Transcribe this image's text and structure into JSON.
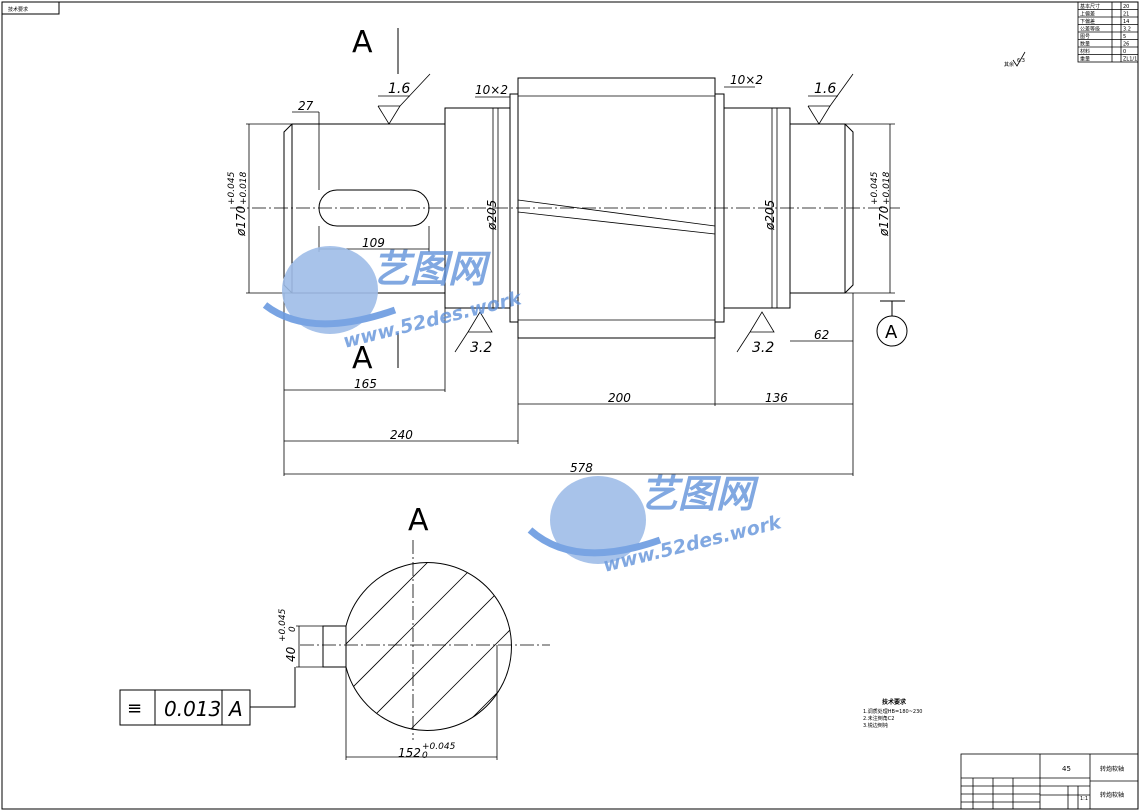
{
  "corner_tag": "技术要求",
  "section_label_top": "A",
  "section_label_bottom": "A",
  "section_view_label": "A",
  "datum_label": "A",
  "surface_finish": {
    "left_top": "1.6",
    "right_top": "1.6",
    "left_bottom": "3.2",
    "right_bottom": "3.2",
    "other_note": "其余",
    "other_value": "6.3"
  },
  "dimensions": {
    "groove_left": "10×2",
    "groove_right": "10×2",
    "keyway_offset": "27",
    "keyway_length": "109",
    "dia_left": "ø170",
    "dia_left_tol_upper": "+0.045",
    "dia_left_tol_lower": "+0.018",
    "dia_mid_left": "ø205",
    "dia_mid_right": "ø205",
    "dia_right": "ø170",
    "dia_right_tol_upper": "+0.045",
    "dia_right_tol_lower": "+0.018",
    "len_165": "165",
    "len_200": "200",
    "len_136": "136",
    "len_62": "62",
    "len_240": "240",
    "len_578": "578",
    "key_width": "40",
    "key_tol_upper": "+0.045",
    "key_tol_lower": "0",
    "section_depth": "152",
    "section_tol_upper": "+0.045",
    "section_tol_lower": "0"
  },
  "tolerance_frame": {
    "symbol": "≡",
    "value": "0.013",
    "datum": "A"
  },
  "technical_notes": {
    "heading": "技术要求",
    "lines": [
      "1.调质处理HB=180~230",
      "2.未注倒角C2",
      "3.锐边倒钝"
    ]
  },
  "title_block": {
    "material": "45",
    "part_name": "转炮软轴",
    "drawing_no": "转炮软轴",
    "scale": "1:1"
  },
  "revision_table": {
    "rows": [
      "基本尺寸",
      "上偏差",
      "下偏差",
      "公差等级",
      "图号",
      "数量",
      "材料",
      "重量"
    ],
    "values": [
      "20",
      "21",
      "14",
      "3.2",
      "5",
      "26",
      "0",
      "ZL1/1"
    ]
  },
  "watermark": {
    "brand": "艺图网",
    "url": "www.52des.work",
    "color": "#5b8fd9"
  }
}
